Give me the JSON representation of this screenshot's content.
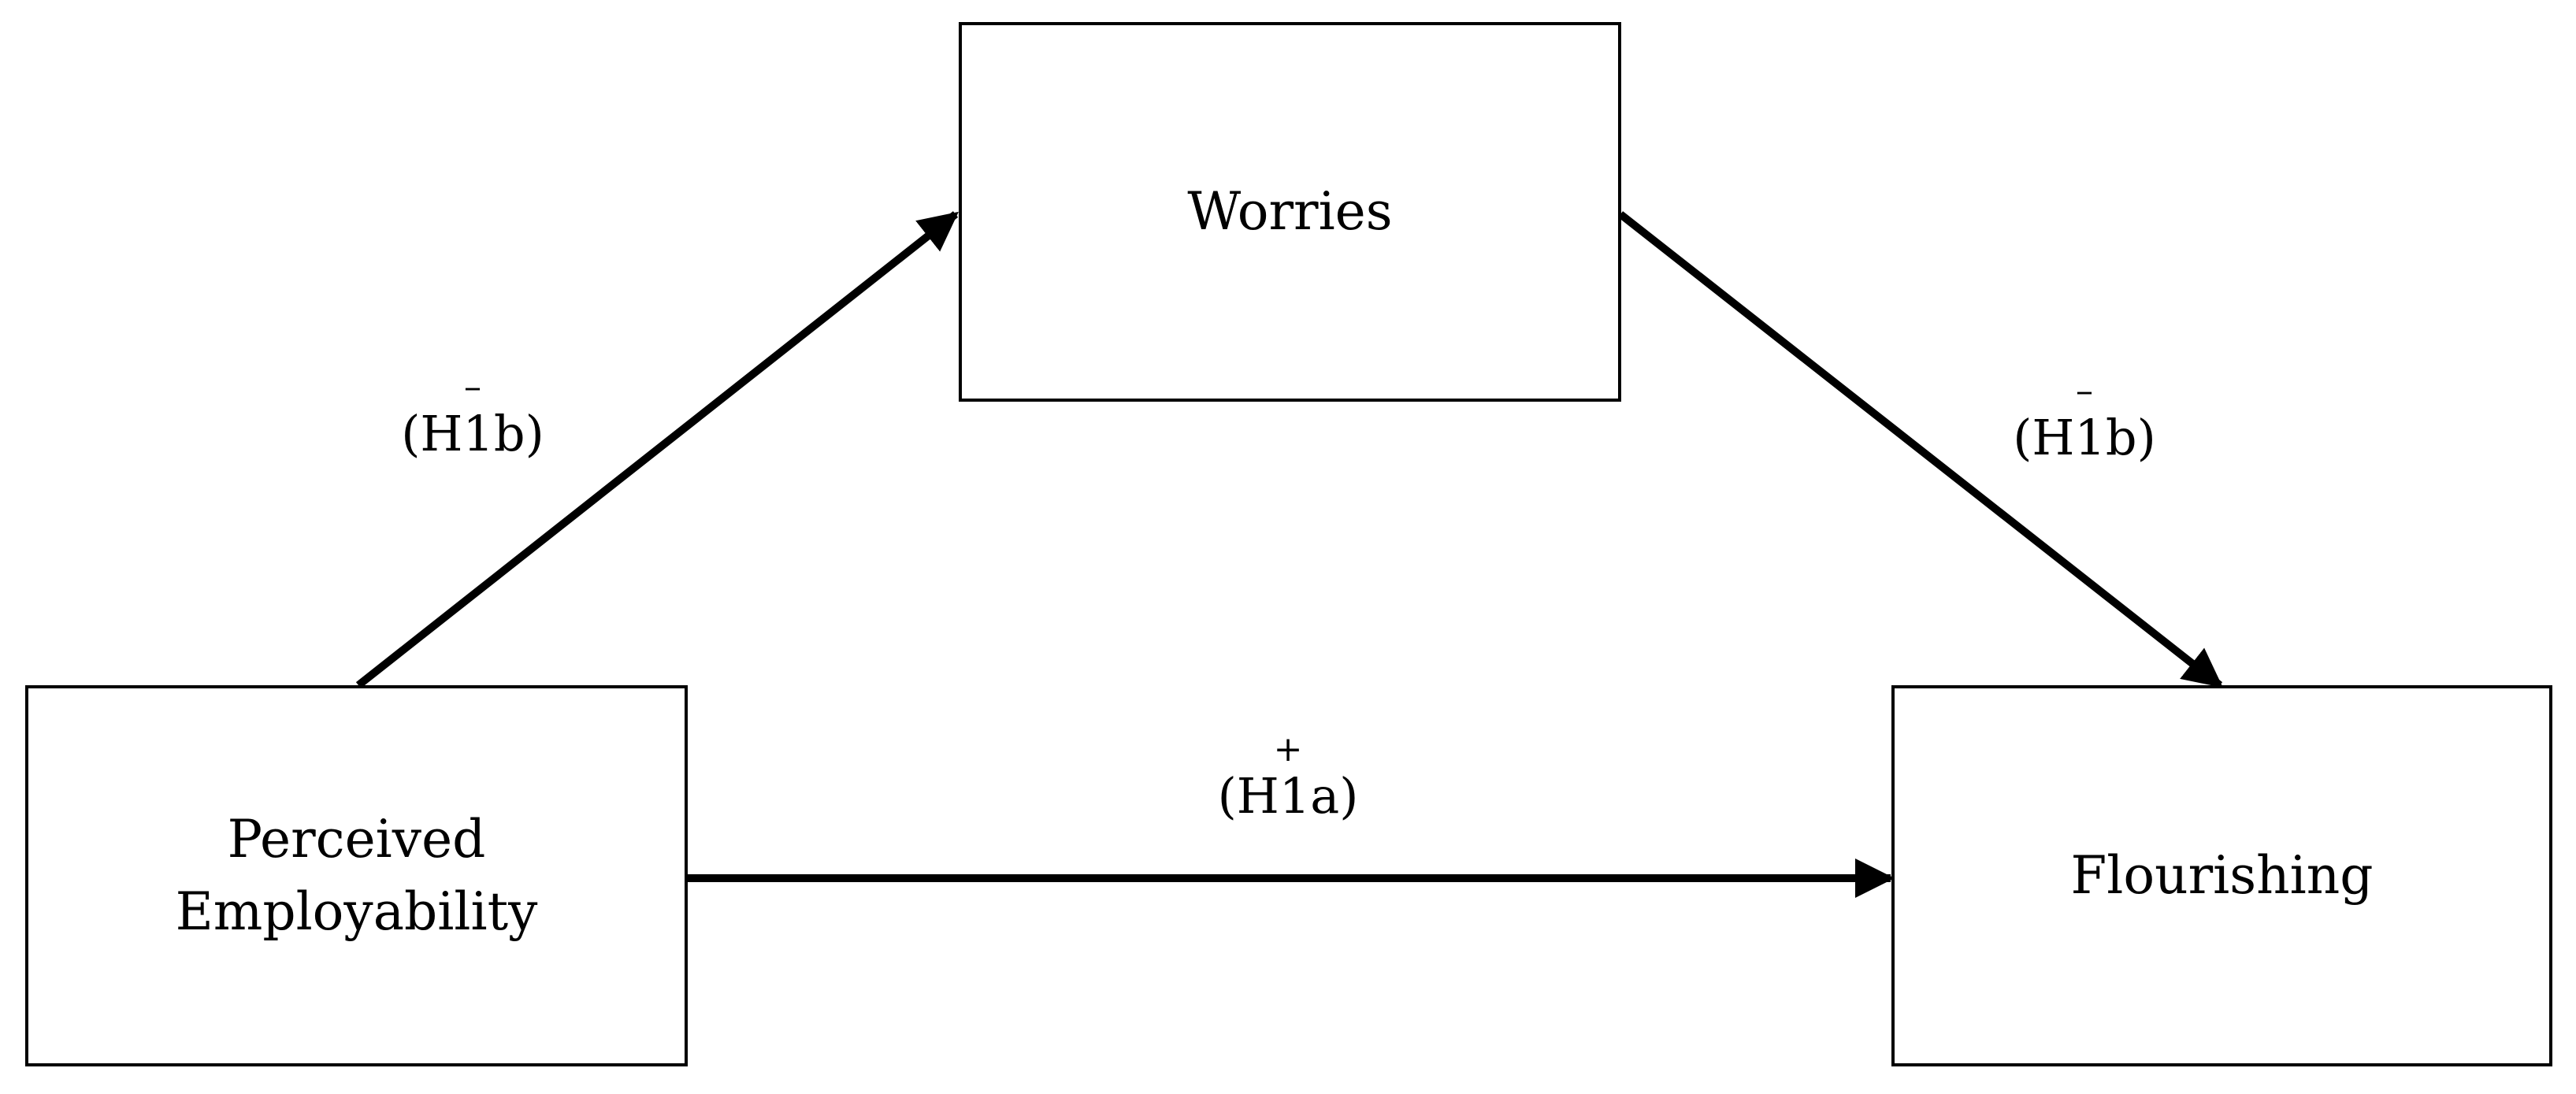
{
  "nodes": {
    "worries": {
      "label": "Worries"
    },
    "perceived_employability": {
      "label": "Perceived\nEmployability"
    },
    "flourishing": {
      "label": "Flourishing"
    }
  },
  "edges": {
    "pe_to_worries": {
      "sign": "–",
      "hypothesis": "(H1b)"
    },
    "worries_to_flourishing": {
      "sign": "–",
      "hypothesis": "(H1b)"
    },
    "pe_to_flourishing": {
      "sign": "+",
      "hypothesis": "(H1a)"
    }
  }
}
